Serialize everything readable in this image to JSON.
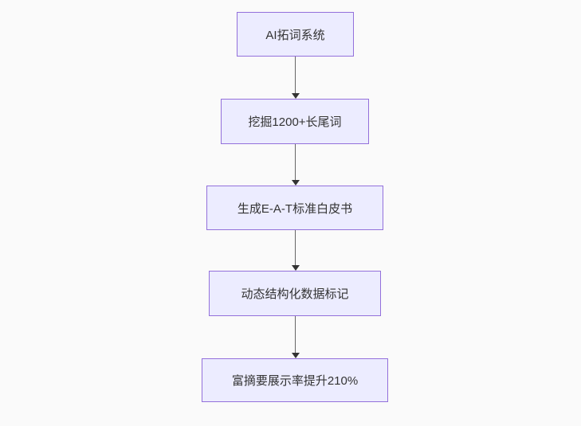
{
  "diagram": {
    "type": "flowchart",
    "direction": "top-down",
    "nodes": [
      {
        "id": "A",
        "label": "AI拓词系统"
      },
      {
        "id": "B",
        "label": "挖掘1200+长尾词"
      },
      {
        "id": "C",
        "label": "生成E-A-T标准白皮书"
      },
      {
        "id": "D",
        "label": "动态结构化数据标记"
      },
      {
        "id": "E",
        "label": "富摘要展示率提升210%"
      }
    ],
    "edges": [
      {
        "from": "A",
        "to": "B"
      },
      {
        "from": "B",
        "to": "C"
      },
      {
        "from": "C",
        "to": "D"
      },
      {
        "from": "D",
        "to": "E"
      }
    ],
    "colors": {
      "node_fill": "#ECECFF",
      "node_border": "#9370DB",
      "node_text": "#333333",
      "edge_line": "#666666",
      "edge_arrowhead": "#333333",
      "background": "#fafafa"
    }
  }
}
